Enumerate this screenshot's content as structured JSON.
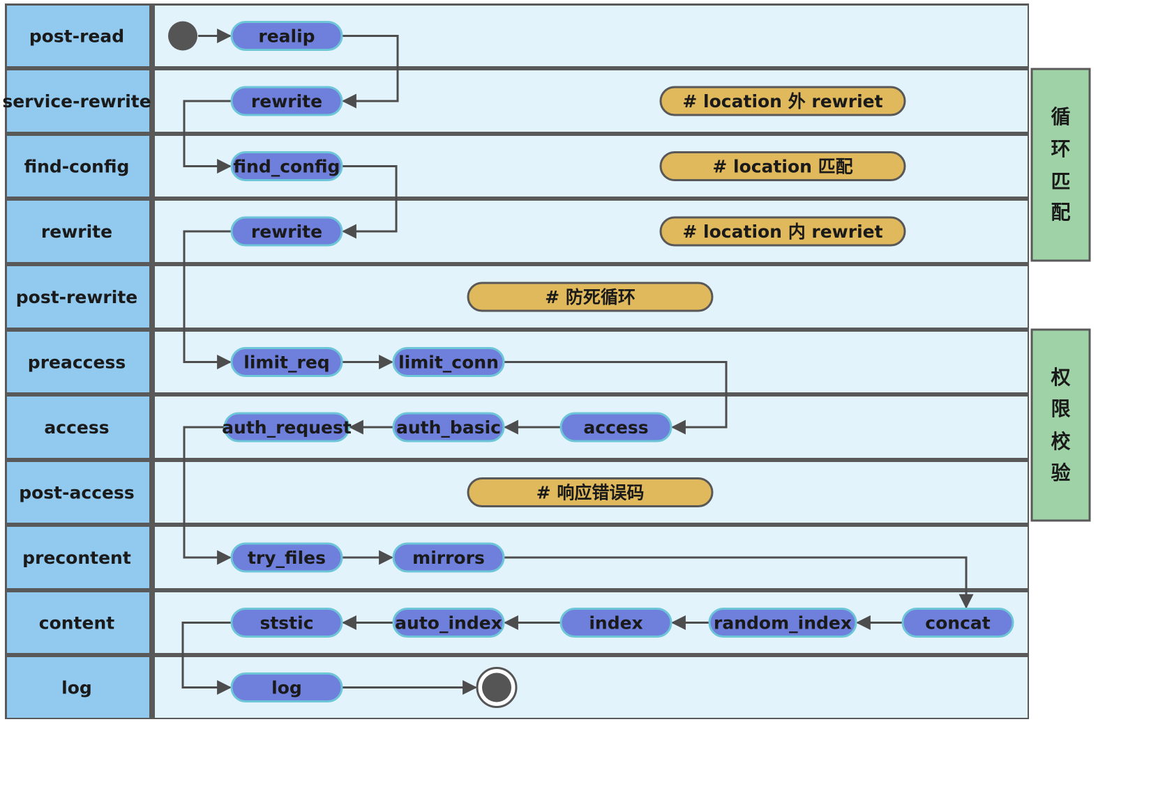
{
  "colors": {
    "phase_label_bg": "#92c9ee",
    "lane_bg": "#e3f3fc",
    "frame": "#595959",
    "node_fill": "#6e7fdc",
    "node_border": "#6cc6d8",
    "note_fill": "#e0b95c",
    "note_border": "#585858",
    "side_fill": "#9fd2a6",
    "marker": "#555555",
    "arrow": "#4d4d4d"
  },
  "phases": [
    {
      "id": "post-read",
      "label": "post-read"
    },
    {
      "id": "service-rewrite",
      "label": "service-rewrite"
    },
    {
      "id": "find-config",
      "label": "find-config"
    },
    {
      "id": "rewrite",
      "label": "rewrite"
    },
    {
      "id": "post-rewrite",
      "label": "post-rewrite"
    },
    {
      "id": "preaccess",
      "label": "preaccess"
    },
    {
      "id": "access",
      "label": "access"
    },
    {
      "id": "post-access",
      "label": "post-access"
    },
    {
      "id": "precontent",
      "label": "precontent"
    },
    {
      "id": "content",
      "label": "content"
    },
    {
      "id": "log",
      "label": "log"
    }
  ],
  "modules": [
    {
      "id": "realip",
      "label": "realip",
      "phase": "post-read"
    },
    {
      "id": "rewrite-1",
      "label": "rewrite",
      "phase": "service-rewrite"
    },
    {
      "id": "find_config",
      "label": "find_config",
      "phase": "find-config"
    },
    {
      "id": "rewrite-2",
      "label": "rewrite",
      "phase": "rewrite"
    },
    {
      "id": "limit_req",
      "label": "limit_req",
      "phase": "preaccess"
    },
    {
      "id": "limit_conn",
      "label": "limit_conn",
      "phase": "preaccess"
    },
    {
      "id": "auth_request",
      "label": "auth_request",
      "phase": "access"
    },
    {
      "id": "auth_basic",
      "label": "auth_basic",
      "phase": "access"
    },
    {
      "id": "access",
      "label": "access",
      "phase": "access"
    },
    {
      "id": "try_files",
      "label": "try_files",
      "phase": "precontent"
    },
    {
      "id": "mirrors",
      "label": "mirrors",
      "phase": "precontent"
    },
    {
      "id": "ststic",
      "label": "ststic",
      "phase": "content"
    },
    {
      "id": "auto_index",
      "label": "auto_index",
      "phase": "content"
    },
    {
      "id": "index",
      "label": "index",
      "phase": "content"
    },
    {
      "id": "random_index",
      "label": "random_index",
      "phase": "content"
    },
    {
      "id": "concat",
      "label": "concat",
      "phase": "content"
    },
    {
      "id": "log",
      "label": "log",
      "phase": "log"
    }
  ],
  "notes": [
    {
      "id": "note-service-rewrite",
      "label": "# location 外 rewriet",
      "phase": "service-rewrite"
    },
    {
      "id": "note-find-config",
      "label": "# location 匹配",
      "phase": "find-config"
    },
    {
      "id": "note-rewrite",
      "label": "# location 内 rewriet",
      "phase": "rewrite"
    },
    {
      "id": "note-post-rewrite",
      "label": "# 防死循环",
      "phase": "post-rewrite"
    },
    {
      "id": "note-post-access",
      "label": "# 响应错误码",
      "phase": "post-access"
    }
  ],
  "groups": [
    {
      "id": "loop-match",
      "label": "循环匹配",
      "chars": [
        "循",
        "环",
        "匹",
        "配"
      ]
    },
    {
      "id": "auth-check",
      "label": "权限校验",
      "chars": [
        "权",
        "限",
        "校",
        "验"
      ]
    }
  ],
  "flow": [
    [
      "start",
      "realip"
    ],
    [
      "realip",
      "rewrite-1"
    ],
    [
      "rewrite-1",
      "find_config"
    ],
    [
      "find_config",
      "rewrite-2"
    ],
    [
      "rewrite-2",
      "limit_req"
    ],
    [
      "limit_req",
      "limit_conn"
    ],
    [
      "limit_conn",
      "access"
    ],
    [
      "access",
      "auth_basic"
    ],
    [
      "auth_basic",
      "auth_request"
    ],
    [
      "auth_request",
      "try_files"
    ],
    [
      "try_files",
      "mirrors"
    ],
    [
      "mirrors",
      "concat"
    ],
    [
      "concat",
      "random_index"
    ],
    [
      "random_index",
      "index"
    ],
    [
      "index",
      "auto_index"
    ],
    [
      "auto_index",
      "ststic"
    ],
    [
      "ststic",
      "log"
    ],
    [
      "log",
      "end"
    ]
  ]
}
